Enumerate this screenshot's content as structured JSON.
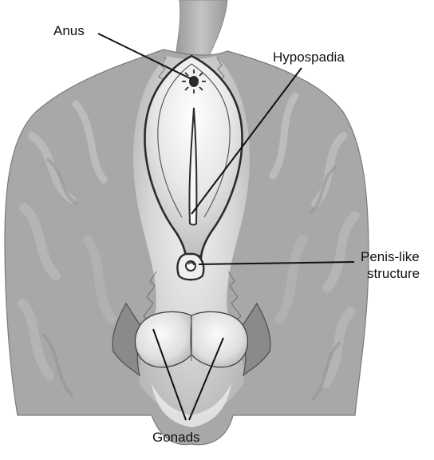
{
  "labels": {
    "anus": "Anus",
    "hypospadia": "Hypospadia",
    "penis_like_line1": "Penis-like",
    "penis_like_line2": "structure",
    "gonads": "Gonads"
  },
  "colors": {
    "fur_base": "#a9a9a9",
    "fur_dark": "#8c8c8c",
    "fur_light": "#c8c8c8",
    "perineum": "#d8d8d8",
    "highlight": "#f4f4f4",
    "outline": "#2b2b2b",
    "leader": "#111111",
    "background": "#ffffff"
  }
}
